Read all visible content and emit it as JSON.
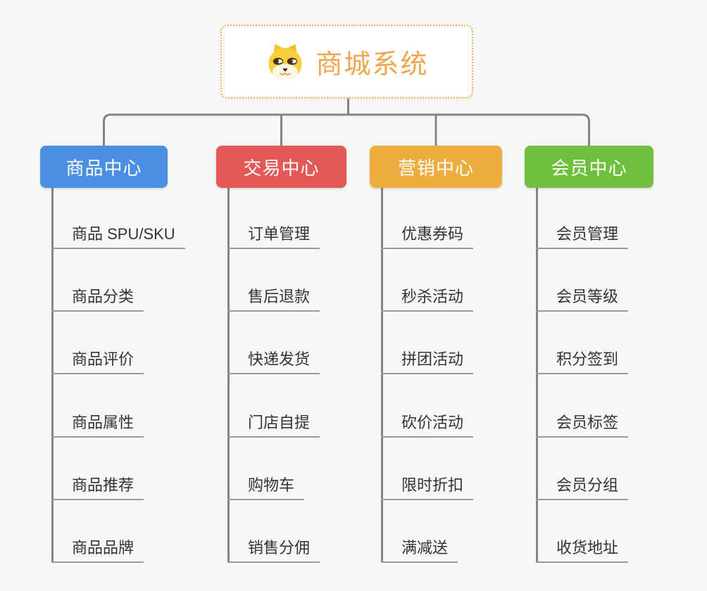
{
  "root": {
    "title": "商城系统",
    "icon": "dog-icon"
  },
  "branches": [
    {
      "label": "商品中心",
      "slug": "product-center",
      "color": "#4B8FE2",
      "items": [
        "商品 SPU/SKU",
        "商品分类",
        "商品评价",
        "商品属性",
        "商品推荐",
        "商品品牌"
      ]
    },
    {
      "label": "交易中心",
      "slug": "trade-center",
      "color": "#E45858",
      "items": [
        "订单管理",
        "售后退款",
        "快递发货",
        "门店自提",
        "购物车",
        "销售分佣"
      ]
    },
    {
      "label": "营销中心",
      "slug": "marketing-center",
      "color": "#EDAC3E",
      "items": [
        "优惠券码",
        "秒杀活动",
        "拼团活动",
        "砍价活动",
        "限时折扣",
        "满减送"
      ]
    },
    {
      "label": "会员中心",
      "slug": "member-center",
      "color": "#6EC03E",
      "items": [
        "会员管理",
        "会员等级",
        "积分签到",
        "会员标签",
        "会员分组",
        "收货地址"
      ]
    }
  ],
  "colors": {
    "background": "#F7F7F7",
    "connector": "#848484",
    "leaf_underline": "#9A9A9A",
    "leaf_text": "#333333",
    "header_text": "#FFFFFF",
    "root_border": "#F0B050",
    "root_text": "#F0A64E"
  }
}
